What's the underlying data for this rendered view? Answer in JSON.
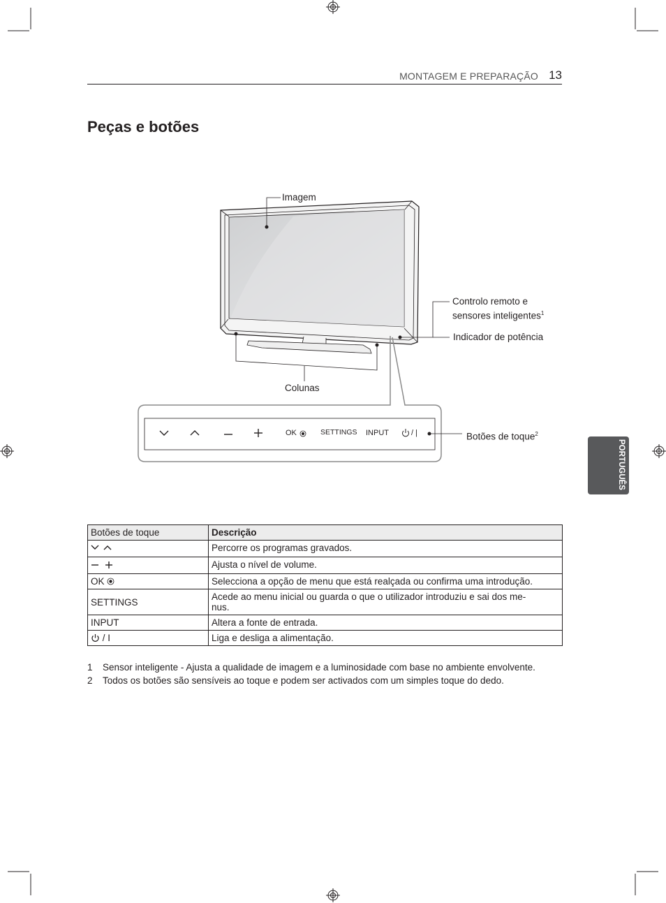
{
  "header": {
    "section": "MONTAGEM E PREPARAÇÃO",
    "page_number": "13"
  },
  "title": "Peças e botões",
  "side_tab": "PORTUGUÊS",
  "diagram": {
    "labels": {
      "image": "Imagem",
      "remote": "Controlo remoto e",
      "remote2": "sensores inteligentes",
      "remote_sup": "1",
      "power_indicator": "Indicador de potência",
      "speakers": "Colunas",
      "touch": "Botões de toque",
      "touch_sup": "2"
    },
    "touch_buttons": {
      "ok": "OK",
      "settings": "SETTINGS",
      "input": "INPUT",
      "power": "/ |"
    }
  },
  "table": {
    "headers": [
      "Botões de toque",
      "Descrição"
    ],
    "rows": [
      {
        "key": "",
        "desc": "Percorre os programas gravados."
      },
      {
        "key": "",
        "desc": "Ajusta o nível de volume."
      },
      {
        "key": "OK",
        "desc": "Selecciona a opção de menu que está realçada ou confirma uma introdução."
      },
      {
        "key": "SETTINGS",
        "desc": "Acede ao menu inicial ou guarda o que o utilizador introduziu e sai dos me-",
        "desc2": "nus."
      },
      {
        "key": "INPUT",
        "desc": "Altera a fonte de entrada."
      },
      {
        "key": "/ I",
        "desc": "Liga e desliga a alimentação."
      }
    ]
  },
  "footnotes": [
    {
      "num": "1",
      "text": "Sensor inteligente - Ajusta a qualidade de imagem e a luminosidade com base no ambiente envolvente."
    },
    {
      "num": "2",
      "text": "Todos os botões são sensíveis ao toque e podem ser activados com um simples toque do dedo."
    }
  ]
}
